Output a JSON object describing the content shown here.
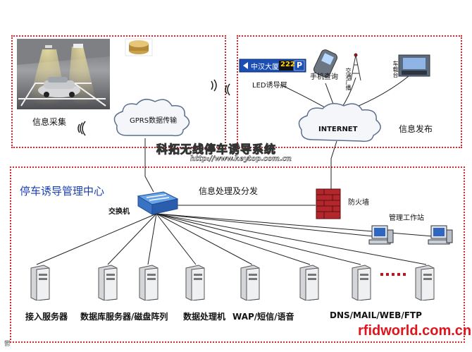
{
  "top_left": {
    "label": "信息采集"
  },
  "top_right": {
    "label": "信息发布",
    "led_sign_text": "中汉大厦",
    "led_sign_number": "222",
    "led_sign_p": "P",
    "led_label": "LED诱导屏",
    "phone_label": "手机查询",
    "radio_label": "交通广播",
    "car_label": "车载台"
  },
  "network": {
    "gprs_label": "GPRS数据传输",
    "internet_label": "INTERNET"
  },
  "watermark": {
    "company": "科拓无线停车诱导系统",
    "url": "http://www.keytop.com.cn"
  },
  "center": {
    "title": "停车诱导管理中心",
    "processing_label": "信息处理及分发",
    "switch_label": "交换机",
    "firewall_label": "防火墙",
    "workstation_label": "管理工作站"
  },
  "servers": {
    "access_label": "接入服务器",
    "db_label": "数据库服务器/磁盘阵列",
    "processing_label": "数据处理机",
    "wap_label": "WAP/短信/语音",
    "dns_label": "DNS/MAIL/WEB/FTP"
  },
  "footer": {
    "site": "rfidworld.com.cn",
    "corner_glyph": "鬱"
  },
  "colors": {
    "dashed_border": "#d6262b",
    "title_blue": "#1a3fb0",
    "site_red": "#e0141c",
    "link_line": "#222222"
  }
}
